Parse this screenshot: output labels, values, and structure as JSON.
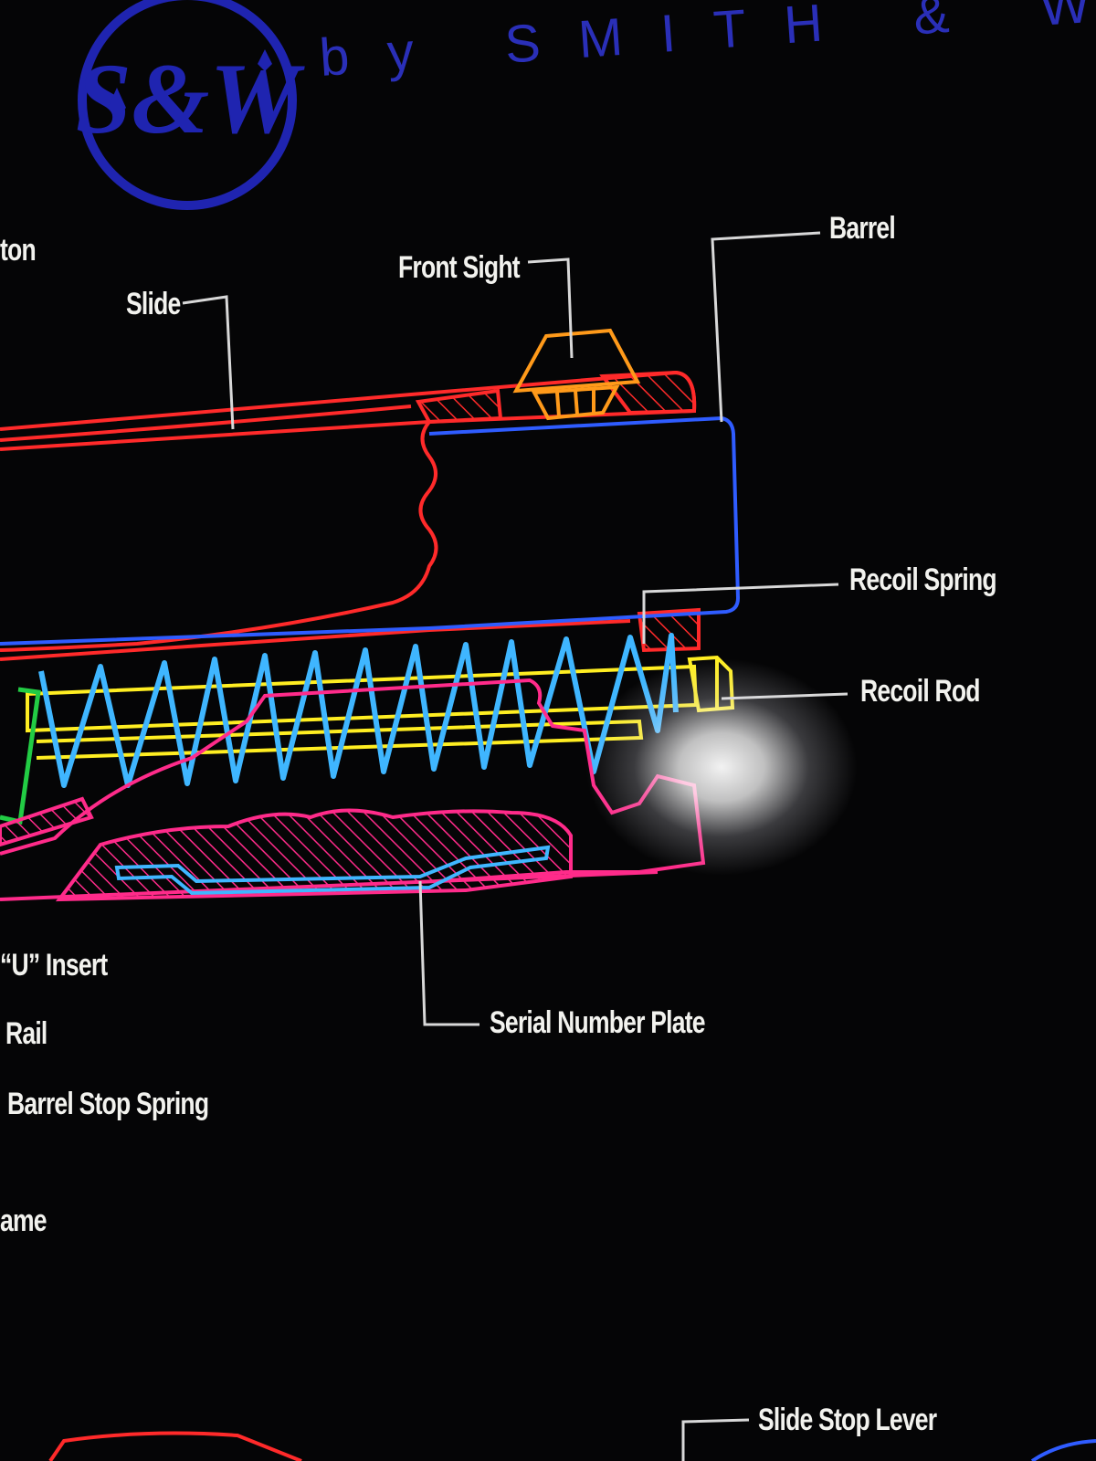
{
  "brand": {
    "byline": "by SMITH & WESSON",
    "logo_letters": "S&W"
  },
  "labels": {
    "button_partial": "ton",
    "slide": "Slide",
    "front_sight": "Front Sight",
    "barrel": "Barrel",
    "recoil_spring": "Recoil Spring",
    "recoil_rod": "Recoil Rod",
    "u_insert": "“U” Insert",
    "rail": "Rail",
    "barrel_stop_spring": "Barrel Stop Spring",
    "frame_partial": "ame",
    "serial_number_plate": "Serial Number Plate",
    "slide_stop_lever": "Slide Stop Lever"
  },
  "colors": {
    "background": "#050506",
    "slide": "#ff2a2a",
    "barrel": "#2f5cff",
    "front_sight": "#ff9a1a",
    "recoil_spring": "#3fb6ff",
    "recoil_rod": "#ffee22",
    "frame": "#ff2b8a",
    "serial_plate": "#3fb6ff",
    "barrel_stop_spring": "#22cc44",
    "logo": "#1f24b0",
    "leader_line": "#d8d8d8",
    "label_text": "#f2f2ee"
  }
}
